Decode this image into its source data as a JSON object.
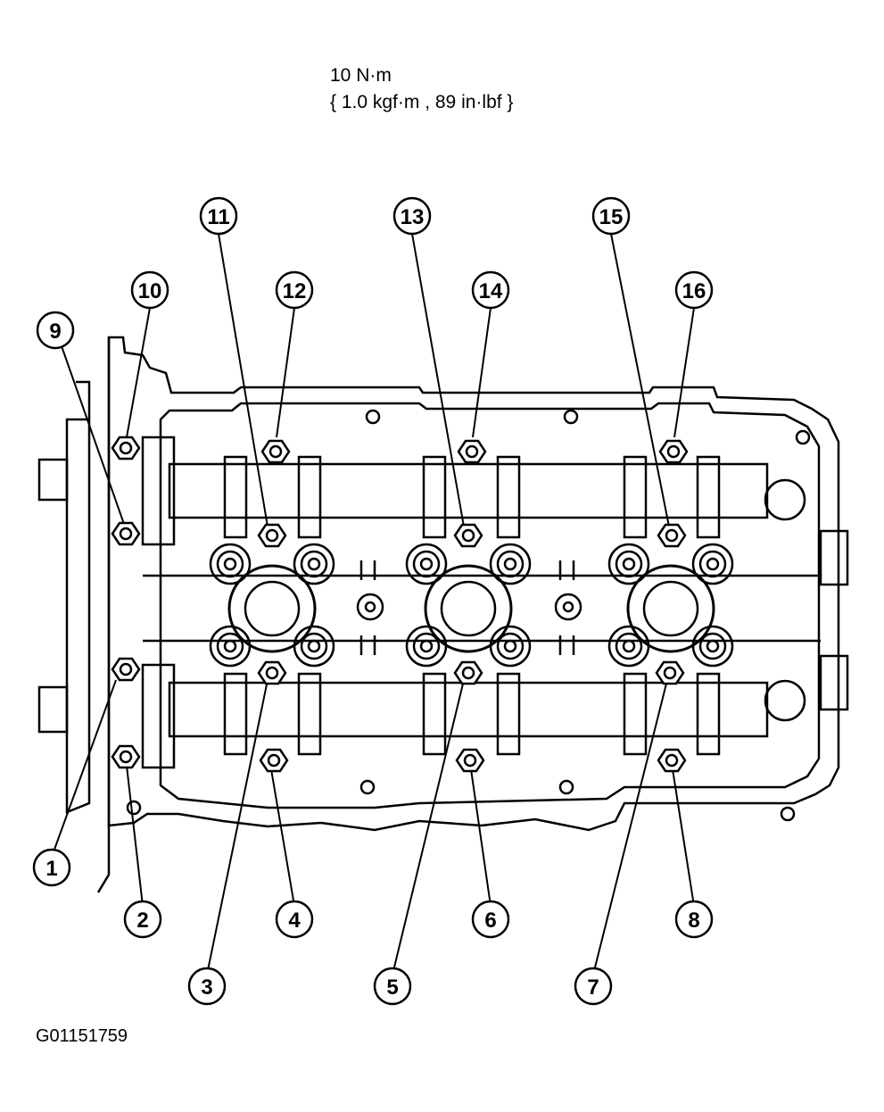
{
  "torque": {
    "value": "10 N·m",
    "alt_units": "{ 1.0 kgf·m , 89 in·lbf }"
  },
  "figure_code": "G01151759",
  "callouts": [
    "1",
    "2",
    "3",
    "4",
    "5",
    "6",
    "7",
    "8",
    "9",
    "10",
    "11",
    "12",
    "13",
    "14",
    "15",
    "16"
  ]
}
